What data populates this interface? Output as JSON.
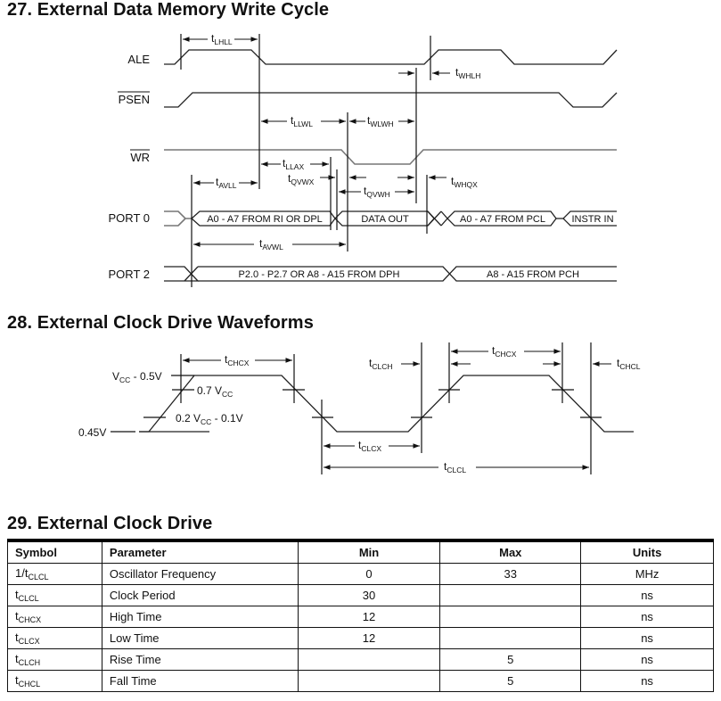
{
  "sections": {
    "write_cycle": {
      "title": "27. External Data Memory Write Cycle",
      "signals": [
        {
          "id": "ale",
          "label": "ALE",
          "overbar": false
        },
        {
          "id": "psen",
          "label": "PSEN",
          "overbar": true
        },
        {
          "id": "wr",
          "label": "WR",
          "overbar": true
        },
        {
          "id": "port0",
          "label": "PORT  0",
          "overbar": false
        },
        {
          "id": "port2",
          "label": "PORT  2",
          "overbar": false
        }
      ],
      "bus_segments": {
        "port0": [
          "A0  -  A7  FROM  RI  OR  DPL",
          "DATA  OUT",
          "A0  -  A7  FROM  PCL",
          "INSTR  IN"
        ],
        "port2": [
          "P2.0  -  P2.7  OR  A8  -  A15  FROM  DPH",
          "A8  -  A15  FROM  PCH"
        ]
      },
      "timing_params": {
        "lhll": {
          "t": "t",
          "sub": "LHLL"
        },
        "whlh": {
          "t": "t",
          "sub": "WHLH"
        },
        "llwl": {
          "t": "t",
          "sub": "LLWL"
        },
        "wlwh": {
          "t": "t",
          "sub": "WLWH"
        },
        "llax": {
          "t": "t",
          "sub": "LLAX"
        },
        "avll": {
          "t": "t",
          "sub": "AVLL"
        },
        "qvwx": {
          "t": "t",
          "sub": "QVWX"
        },
        "qvwh": {
          "t": "t",
          "sub": "QVWH"
        },
        "whqx": {
          "t": "t",
          "sub": "WHQX"
        },
        "avwl": {
          "t": "t",
          "sub": "AVWL"
        }
      }
    },
    "clock_waveforms": {
      "title": "28. External Clock Drive Waveforms",
      "levels": {
        "high": {
          "pre": "V",
          "sub": "CC",
          "post": "  -  0.5V"
        },
        "mid_high": {
          "pre": "0.7 V",
          "sub": "CC",
          "post": ""
        },
        "mid_low": {
          "pre": "0.2  V",
          "sub": "CC",
          "post": " -  0.1V"
        },
        "low": {
          "pre": "0.45V",
          "sub": "",
          "post": ""
        }
      },
      "timing_params": {
        "chcx": {
          "t": "t",
          "sub": "CHCX"
        },
        "clch": {
          "t": "t",
          "sub": "CLCH"
        },
        "chcl": {
          "t": "t",
          "sub": "CHCL"
        },
        "clcx": {
          "t": "t",
          "sub": "CLCX"
        },
        "clcl": {
          "t": "t",
          "sub": "CLCL"
        }
      }
    },
    "clock_drive": {
      "title": "29. External Clock Drive",
      "columns": [
        "Symbol",
        "Parameter",
        "Min",
        "Max",
        "Units"
      ],
      "rows": [
        {
          "symbol_pre": "1/t",
          "symbol_sub": "CLCL",
          "parameter": "Oscillator Frequency",
          "min": "0",
          "max": "33",
          "units": "MHz"
        },
        {
          "symbol_pre": "t",
          "symbol_sub": "CLCL",
          "parameter": "Clock Period",
          "min": "30",
          "max": "",
          "units": "ns"
        },
        {
          "symbol_pre": "t",
          "symbol_sub": "CHCX",
          "parameter": "High Time",
          "min": "12",
          "max": "",
          "units": "ns"
        },
        {
          "symbol_pre": "t",
          "symbol_sub": "CLCX",
          "parameter": "Low Time",
          "min": "12",
          "max": "",
          "units": "ns"
        },
        {
          "symbol_pre": "t",
          "symbol_sub": "CLCH",
          "parameter": "Rise Time",
          "min": "",
          "max": "5",
          "units": "ns"
        },
        {
          "symbol_pre": "t",
          "symbol_sub": "CHCL",
          "parameter": "Fall Time",
          "min": "",
          "max": "5",
          "units": "ns"
        }
      ]
    }
  }
}
